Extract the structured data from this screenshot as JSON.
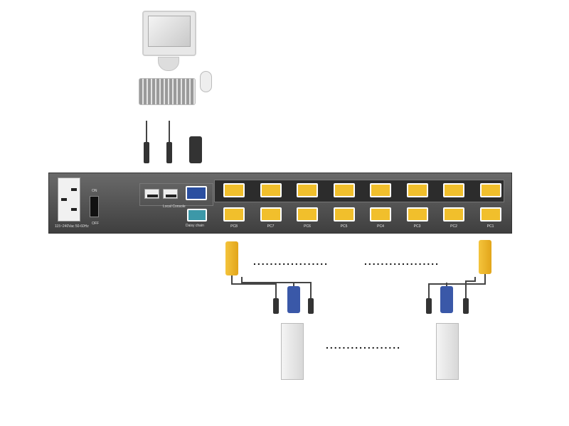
{
  "title": "8-port KVM switch connection diagram",
  "power": {
    "rating": "115~240Vac 50-60Hz",
    "switch_on": "ON",
    "switch_off": "OFF"
  },
  "console": {
    "local_console_label": "Local Console",
    "daisy_chain_label": "Daisy chain"
  },
  "ports": [
    "PC8",
    "PC7",
    "PC6",
    "PC5",
    "PC4",
    "PC3",
    "PC2",
    "PC1"
  ],
  "ellipsis": "..................",
  "colors": {
    "vga_port": "#f1bf2c",
    "console_port": "#2b4fa0",
    "daisy_port": "#3c98a8",
    "chassis": "#4a4a4a"
  }
}
